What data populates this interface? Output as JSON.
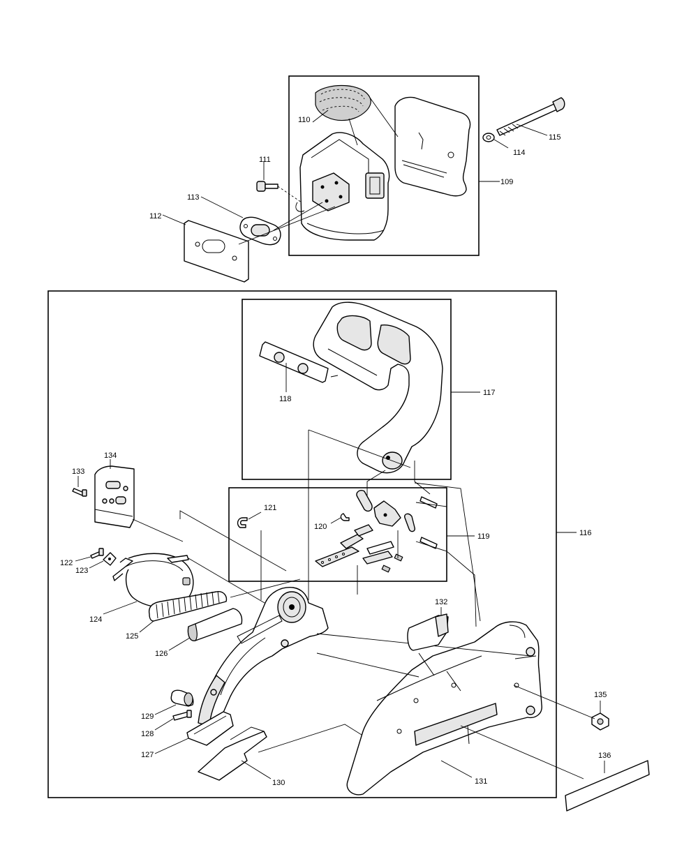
{
  "labels": {
    "p109": "109",
    "p110": "110",
    "p111": "111",
    "p112": "112",
    "p113": "113",
    "p114": "114",
    "p115": "115",
    "p116": "116",
    "p117": "117",
    "p118": "118",
    "p119": "119",
    "p120": "120",
    "p121": "121",
    "p122": "122",
    "p123": "123",
    "p124": "124",
    "p125": "125",
    "p126": "126",
    "p127": "127",
    "p128": "128",
    "p129": "129",
    "p130": "130",
    "p131": "131",
    "p132": "132",
    "p133": "133",
    "p134": "134",
    "p135": "135",
    "p136": "136"
  }
}
